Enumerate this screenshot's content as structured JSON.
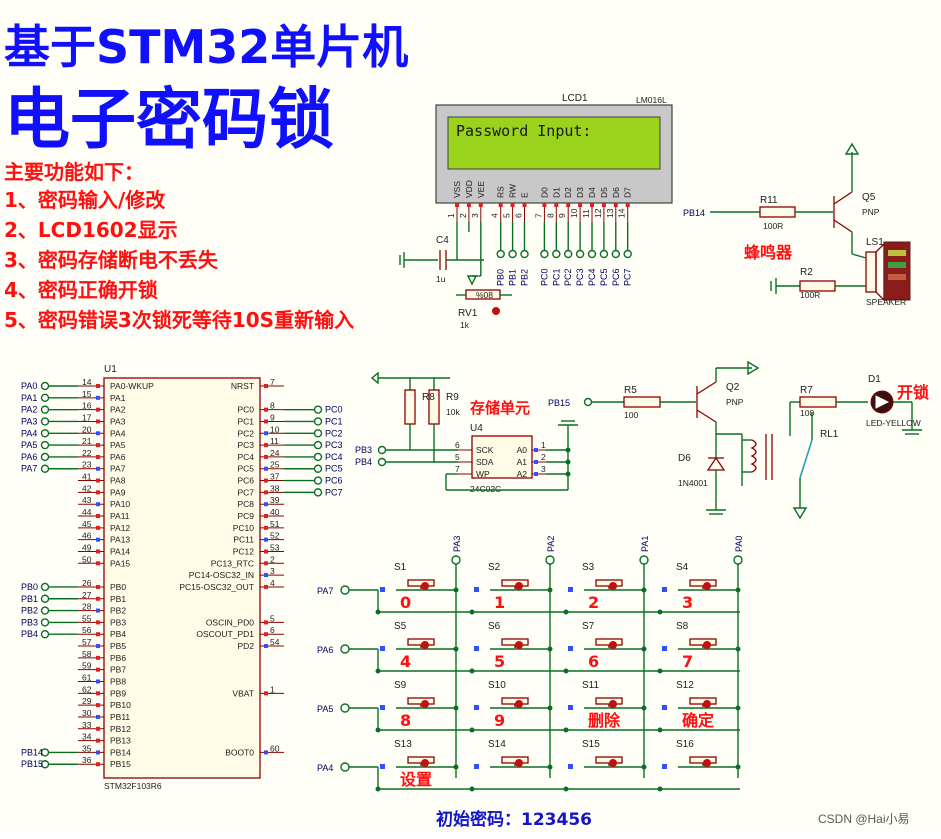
{
  "title": {
    "line1": "基于STM32单片机",
    "line2": "电子密码锁"
  },
  "features": {
    "heading": "主要功能如下：",
    "items": [
      "1、密码输入/修改",
      "2、LCD1602显示",
      "3、密码存储断电不丢失",
      "4、密码正确开锁",
      "5、密码错误3次锁死等待10S重新输入"
    ]
  },
  "lcd": {
    "ref": "LCD1",
    "model": "LM016L",
    "display_text": "Password Input:",
    "pin_names": [
      "VSS",
      "VDD",
      "VEE",
      "RS",
      "RW",
      "E",
      "D0",
      "D1",
      "D2",
      "D3",
      "D4",
      "D5",
      "D6",
      "D7"
    ],
    "pin_numbers": [
      "1",
      "2",
      "3",
      "4",
      "5",
      "6",
      "7",
      "8",
      "9",
      "10",
      "11",
      "12",
      "13",
      "14"
    ],
    "terminals": [
      "PB0",
      "PB1",
      "PB2",
      "PC0",
      "PC1",
      "PC2",
      "PC3",
      "PC4",
      "PC5",
      "PC6",
      "PC7"
    ]
  },
  "c4": {
    "ref": "C4",
    "value": "1u"
  },
  "rv1": {
    "ref": "RV1",
    "value": "1k",
    "label": "%08"
  },
  "buzzer": {
    "r11": "R11",
    "r11_value": "100R",
    "q5": "Q5",
    "q5_type": "PNP",
    "ls1": "LS1",
    "ls1_label": "SPEAKER",
    "r2": "R2",
    "r2_value": "100R",
    "label": "蜂鸣器",
    "port": "PB14"
  },
  "mcu": {
    "ref": "U1",
    "part": "STM32F103R6",
    "left_pins": [
      {
        "net": "PA0",
        "num": "14",
        "name": "PA0-WKUP"
      },
      {
        "net": "PA1",
        "num": "15",
        "name": "PA1"
      },
      {
        "net": "PA2",
        "num": "16",
        "name": "PA2"
      },
      {
        "net": "PA3",
        "num": "17",
        "name": "PA3"
      },
      {
        "net": "PA4",
        "num": "20",
        "name": "PA4"
      },
      {
        "net": "PA5",
        "num": "21",
        "name": "PA5"
      },
      {
        "net": "PA6",
        "num": "22",
        "name": "PA6"
      },
      {
        "net": "PA7",
        "num": "23",
        "name": "PA7"
      },
      {
        "net": "",
        "num": "41",
        "name": "PA8"
      },
      {
        "net": "",
        "num": "42",
        "name": "PA9"
      },
      {
        "net": "",
        "num": "43",
        "name": "PA10"
      },
      {
        "net": "",
        "num": "44",
        "name": "PA11"
      },
      {
        "net": "",
        "num": "45",
        "name": "PA12"
      },
      {
        "net": "",
        "num": "46",
        "name": "PA13"
      },
      {
        "net": "",
        "num": "49",
        "name": "PA14"
      },
      {
        "net": "",
        "num": "50",
        "name": "PA15"
      },
      {
        "net": "",
        "num": "",
        "name": ""
      },
      {
        "net": "PB0",
        "num": "26",
        "name": "PB0"
      },
      {
        "net": "PB1",
        "num": "27",
        "name": "PB1"
      },
      {
        "net": "PB2",
        "num": "28",
        "name": "PB2"
      },
      {
        "net": "PB3",
        "num": "55",
        "name": "PB3"
      },
      {
        "net": "PB4",
        "num": "56",
        "name": "PB4"
      },
      {
        "net": "",
        "num": "57",
        "name": "PB5"
      },
      {
        "net": "",
        "num": "58",
        "name": "PB6"
      },
      {
        "net": "",
        "num": "59",
        "name": "PB7"
      },
      {
        "net": "",
        "num": "61",
        "name": "PB8"
      },
      {
        "net": "",
        "num": "62",
        "name": "PB9"
      },
      {
        "net": "",
        "num": "29",
        "name": "PB10"
      },
      {
        "net": "",
        "num": "30",
        "name": "PB11"
      },
      {
        "net": "",
        "num": "33",
        "name": "PB12"
      },
      {
        "net": "",
        "num": "34",
        "name": "PB13"
      },
      {
        "net": "PB14",
        "num": "35",
        "name": "PB14"
      },
      {
        "net": "PB15",
        "num": "36",
        "name": "PB15"
      }
    ],
    "right_pins": [
      {
        "net": "",
        "num": "7",
        "name": "NRST"
      },
      {
        "net": "",
        "num": "",
        "name": ""
      },
      {
        "net": "PC0",
        "num": "8",
        "name": "PC0"
      },
      {
        "net": "PC1",
        "num": "9",
        "name": "PC1"
      },
      {
        "net": "PC2",
        "num": "10",
        "name": "PC2"
      },
      {
        "net": "PC3",
        "num": "11",
        "name": "PC3"
      },
      {
        "net": "PC4",
        "num": "24",
        "name": "PC4"
      },
      {
        "net": "PC5",
        "num": "25",
        "name": "PC5"
      },
      {
        "net": "PC6",
        "num": "37",
        "name": "PC6"
      },
      {
        "net": "PC7",
        "num": "38",
        "name": "PC7"
      },
      {
        "net": "",
        "num": "39",
        "name": "PC8"
      },
      {
        "net": "",
        "num": "40",
        "name": "PC9"
      },
      {
        "net": "",
        "num": "51",
        "name": "PC10"
      },
      {
        "net": "",
        "num": "52",
        "name": "PC11"
      },
      {
        "net": "",
        "num": "53",
        "name": "PC12"
      },
      {
        "net": "",
        "num": "2",
        "name": "PC13_RTC"
      },
      {
        "net": "",
        "num": "3",
        "name": "PC14-OSC32_IN"
      },
      {
        "net": "",
        "num": "4",
        "name": "PC15-OSC32_OUT"
      },
      {
        "net": "",
        "num": "",
        "name": ""
      },
      {
        "net": "",
        "num": "",
        "name": ""
      },
      {
        "net": "",
        "num": "5",
        "name": "OSCIN_PD0"
      },
      {
        "net": "",
        "num": "6",
        "name": "OSCOUT_PD1"
      },
      {
        "net": "",
        "num": "54",
        "name": "PD2"
      },
      {
        "net": "",
        "num": "",
        "name": ""
      },
      {
        "net": "",
        "num": "",
        "name": ""
      },
      {
        "net": "",
        "num": "",
        "name": ""
      },
      {
        "net": "",
        "num": "1",
        "name": "VBAT"
      },
      {
        "net": "",
        "num": "",
        "name": ""
      },
      {
        "net": "",
        "num": "",
        "name": ""
      },
      {
        "net": "",
        "num": "",
        "name": ""
      },
      {
        "net": "",
        "num": "",
        "name": ""
      },
      {
        "net": "",
        "num": "60",
        "name": "BOOT0"
      }
    ]
  },
  "eeprom": {
    "ref": "U4",
    "part": "24C02C",
    "label": "存储单元",
    "left_pins": [
      {
        "num": "6",
        "name": "SCK",
        "net": "PB3"
      },
      {
        "num": "5",
        "name": "SDA",
        "net": "PB4"
      },
      {
        "num": "7",
        "name": "WP",
        "net": ""
      }
    ],
    "right_pins": [
      {
        "num": "1",
        "name": "A0"
      },
      {
        "num": "2",
        "name": "A1"
      },
      {
        "num": "3",
        "name": "A2"
      }
    ],
    "r8": "R8",
    "r9": "R9",
    "r9_value": "10k"
  },
  "relay": {
    "port": "PB15",
    "r5": "R5",
    "r5_value": "100",
    "q2": "Q2",
    "q2_type": "PNP",
    "d6": "D6",
    "d6_part": "1N4001",
    "rl1": "RL1",
    "r7": "R7",
    "r7_value": "100",
    "d1": "D1",
    "d1_part": "LED-YELLOW",
    "label": "开锁"
  },
  "keypad": {
    "rows": [
      "PA7",
      "PA6",
      "PA5",
      "PA4"
    ],
    "cols": [
      "PA3",
      "PA2",
      "PA1",
      "PA0"
    ],
    "switches": [
      "S1",
      "S2",
      "S3",
      "S4",
      "S5",
      "S6",
      "S7",
      "S8",
      "S9",
      "S10",
      "S11",
      "S12",
      "S13",
      "S14",
      "S15",
      "S16"
    ],
    "keys": [
      "0",
      "1",
      "2",
      "3",
      "4",
      "5",
      "6",
      "7",
      "8",
      "9",
      "删除",
      "确定",
      "设置",
      "",
      "",
      ""
    ]
  },
  "initial_password": "初始密码：123456",
  "watermark": "CSDN @Hai小易"
}
